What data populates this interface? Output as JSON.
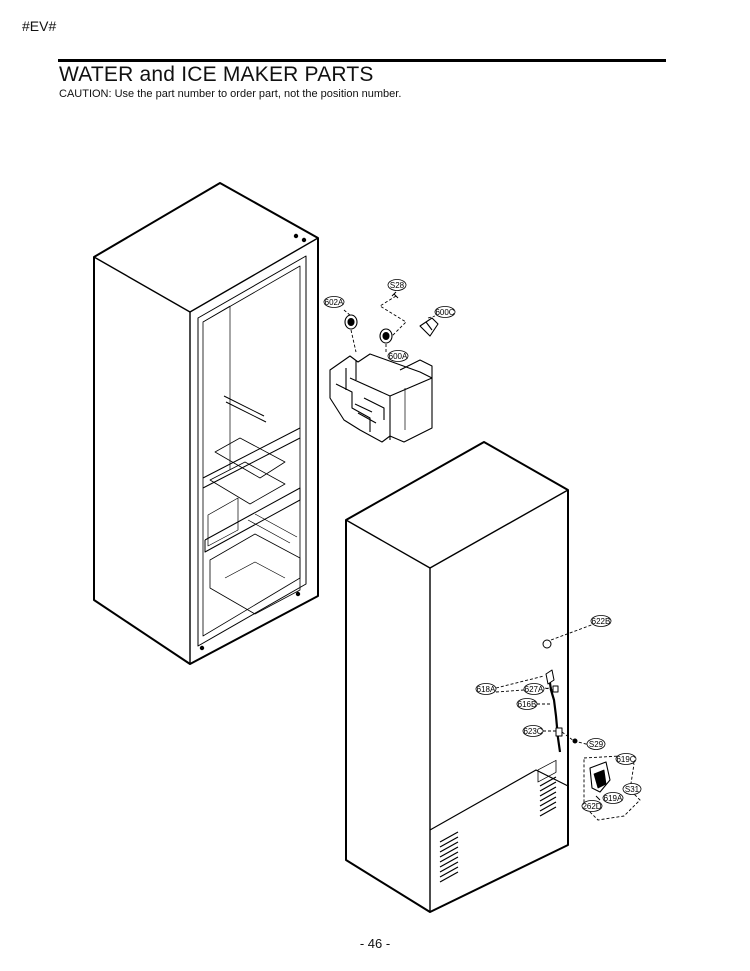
{
  "header": {
    "model_tag": "#EV#"
  },
  "title": "WATER and ICE MAKER PARTS",
  "caution": "CAUTION: Use the part number to order part, not the position number.",
  "footer": {
    "page_number": "- 46 -"
  },
  "diagram": {
    "callouts": [
      {
        "id": "S28",
        "label": "S28"
      },
      {
        "id": "602A",
        "label": "602A"
      },
      {
        "id": "600C",
        "label": "600C"
      },
      {
        "id": "600A",
        "label": "600A"
      },
      {
        "id": "622B",
        "label": "622B"
      },
      {
        "id": "618A",
        "label": "618A"
      },
      {
        "id": "627A",
        "label": "627A"
      },
      {
        "id": "616B",
        "label": "616B"
      },
      {
        "id": "623C",
        "label": "623C"
      },
      {
        "id": "S29",
        "label": "S29"
      },
      {
        "id": "619C",
        "label": "619C"
      },
      {
        "id": "S31",
        "label": "S31"
      },
      {
        "id": "619A",
        "label": "619A"
      },
      {
        "id": "262D",
        "label": "262D"
      }
    ]
  }
}
